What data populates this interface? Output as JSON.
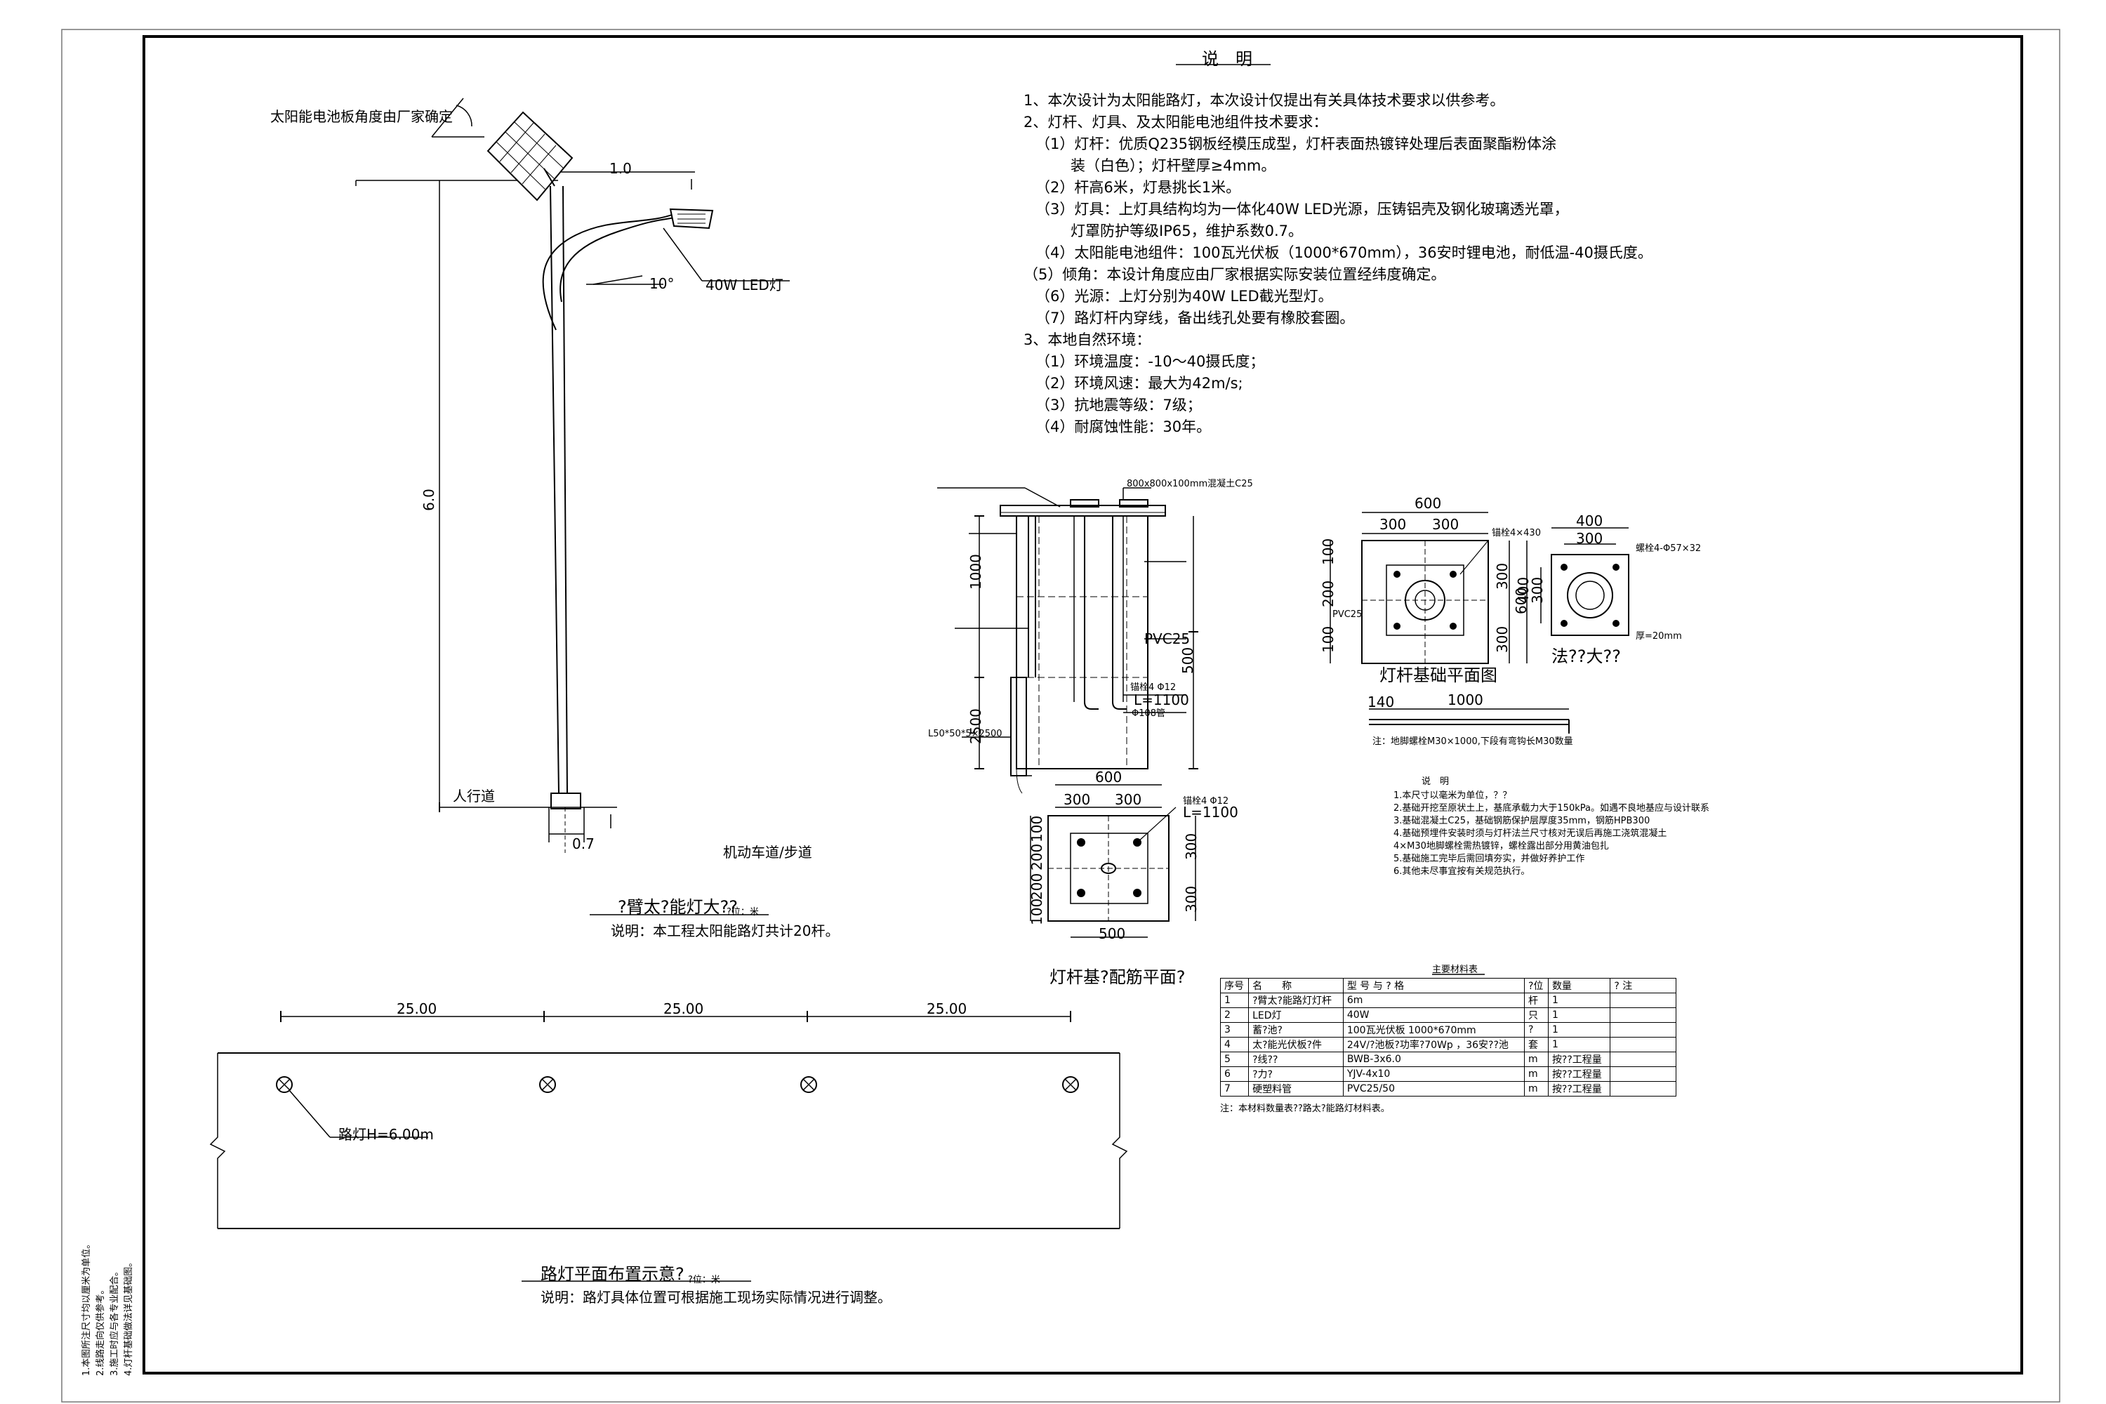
{
  "pole_elevation": {
    "panel_angle_note": "太阳能电池板角度由厂家确定",
    "arm_length": "1.0",
    "lamp_label": "40W LED灯",
    "tilt_angle": "10°",
    "pole_height": "6.0",
    "sidewalk": "人行道",
    "base_width": "0.7",
    "road": "机动车道/步道",
    "title": "?臂太?能灯大??",
    "unit": "?位：米",
    "note": "说明：本工程太阳能路灯共计20杆。"
  },
  "notes": {
    "heading": "说　明",
    "lines": [
      "1、本次设计为太阳能路灯，本次设计仅提出有关具体技术要求以供参考。",
      "2、灯杆、灯具、及太阳能电池组件技术要求：",
      "（1）灯杆：优质Q235钢板经模压成型，灯杆表面热镀锌处理后表面聚酯粉体涂",
      "装（白色）；灯杆壁厚≥4mm。",
      "（2）杆高6米，灯悬挑长1米。",
      "（3）灯具：上灯具结构均为一体化40W LED光源，压铸铝壳及钢化玻璃透光罩，",
      "灯罩防护等级IP65，维护系数0.7。",
      "（4）太阳能电池组件：100瓦光伏板（1000*670mm），36安时锂电池，耐低温-40摄氏度。",
      "（5）倾角：本设计角度应由厂家根据实际安装位置经纬度确定。",
      "（6）光源：上灯分别为40W LED截光型灯。",
      "（7）路灯杆内穿线，备出线孔处要有橡胶套圈。",
      "3、本地自然环境：",
      "（1）环境温度：-10～40摄氏度；",
      "（2）环境风速：最大为42m/s;",
      "（3）抗地震等级：7级；",
      "（4）耐腐蚀性能：30年。"
    ]
  },
  "foundation_section": {
    "top_label": "800x800x100mm混凝土C25",
    "dim_1000": "1000",
    "dim_2500": "2500",
    "dim_500": "500",
    "pvc": "PVC25",
    "rebar": "L=1100",
    "rebar_spec": "锚栓4 Φ12",
    "plate": "Φ108管",
    "bottom": "L50*50*5×2500"
  },
  "rebar_plan": {
    "title": "灯杆基?配筋平面?",
    "w600": "600",
    "w300a": "300",
    "w300b": "300",
    "w500": "500",
    "v100a": "100",
    "v200": "200",
    "v100b": "100",
    "v200b": "200",
    "v100c": "100",
    "r300a": "300",
    "r300b": "300",
    "bolt": "锚栓4 Φ12",
    "bolt_len": "L=1100"
  },
  "base_plan": {
    "title": "灯杆基础平面图",
    "w600": "600",
    "w300a": "300",
    "w300b": "300",
    "h100a": "100",
    "h200": "200",
    "h100b": "100",
    "r300": "300",
    "r600": "600",
    "r300b": "300",
    "bolt_note": "锚栓4×430",
    "pvc": "PVC25"
  },
  "flange": {
    "title": "法??大??",
    "w400": "400",
    "w300": "300",
    "h400": "400",
    "h300": "300",
    "hole": "螺栓4-Φ57×32",
    "thk": "厚=20mm"
  },
  "bolt_detail": {
    "d140": "140",
    "d1000": "1000",
    "note": "注：地脚螺栓M30×1000,下段有弯钩长M30数量"
  },
  "tech_notes": {
    "heading": "说　明",
    "lines": [
      "1.本尺寸以毫米为单位，？？",
      "2.基础开挖至原状土上，基底承载力大于150kPa。如遇不良地基应与设计联系",
      "3.基础混凝土C25，基础钢筋保护层厚度35mm，钢筋HPB300",
      "4.基础预埋件安装时须与灯杆法兰尺寸核对无误后再施工浇筑混凝土",
      "  4×M30地脚螺栓需热镀锌，螺栓露出部分用黄油包扎",
      "5.基础施工完毕后需回填夯实，并做好养护工作",
      "6.其他未尽事宜按有关规范执行。"
    ]
  },
  "materials": {
    "title": "主要材料表",
    "headers": [
      "序号",
      "名　　称",
      "型 号 与 ? 格",
      "?位",
      "数量",
      "? 注"
    ],
    "rows": [
      [
        "1",
        "?臂太?能路灯灯杆",
        "6m",
        "杆",
        "1",
        ""
      ],
      [
        "2",
        "LED灯",
        "40W",
        "只",
        "1",
        ""
      ],
      [
        "3",
        "蓄?池?",
        "100瓦光伏板 1000*670mm",
        "?",
        "1",
        ""
      ],
      [
        "4",
        "太?能光伏板?件",
        "24V/?池板?功率?70Wp ，36安??池",
        "套",
        "1",
        ""
      ],
      [
        "5",
        "?线??",
        "BWB-3x6.0",
        "m",
        "按??工程量",
        ""
      ],
      [
        "6",
        "?力?",
        "YJV-4x10",
        "m",
        "按??工程量",
        ""
      ],
      [
        "7",
        "硬塑料管",
        "PVC25/50",
        "m",
        "按??工程量",
        ""
      ]
    ],
    "note": "注：本材料数量表??路太?能路灯材料表。"
  },
  "layout_plan": {
    "spacing": [
      "25.00",
      "25.00",
      "25.00"
    ],
    "lamp_label": "路灯H=6.00m",
    "title": "路灯平面布置示意?",
    "unit": "?位：米",
    "note": "说明：路灯具体位置可根据施工现场实际情况进行调整。"
  },
  "side_notes": [
    "1.本图所注尺寸均以厘米为单位。",
    "2.线路走向仅供参考。",
    "3.施工时应与各专业配合。",
    "4.灯杆基础做法详见基础图。"
  ]
}
